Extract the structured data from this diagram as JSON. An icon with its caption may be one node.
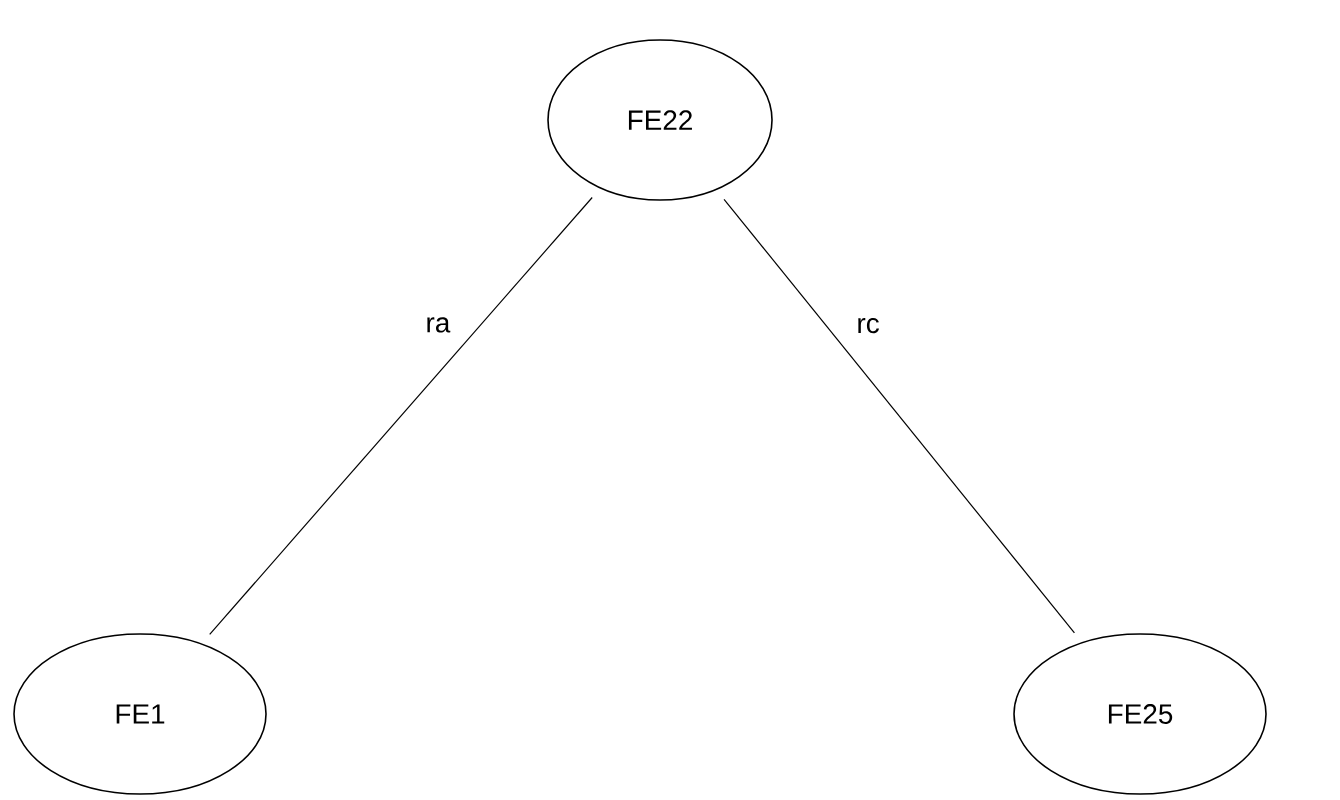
{
  "diagram": {
    "nodes": [
      {
        "text": [
          "FE22"
        ]
      },
      {
        "text": [
          "FE1"
        ]
      },
      {
        "text": [
          "FE25"
        ]
      }
    ],
    "edges": [
      {
        "from": 0,
        "to": 1,
        "arrow": "none",
        "label": "ra"
      },
      {
        "from": 0,
        "to": 2,
        "arrow": "none",
        "label": "rc"
      }
    ]
  }
}
